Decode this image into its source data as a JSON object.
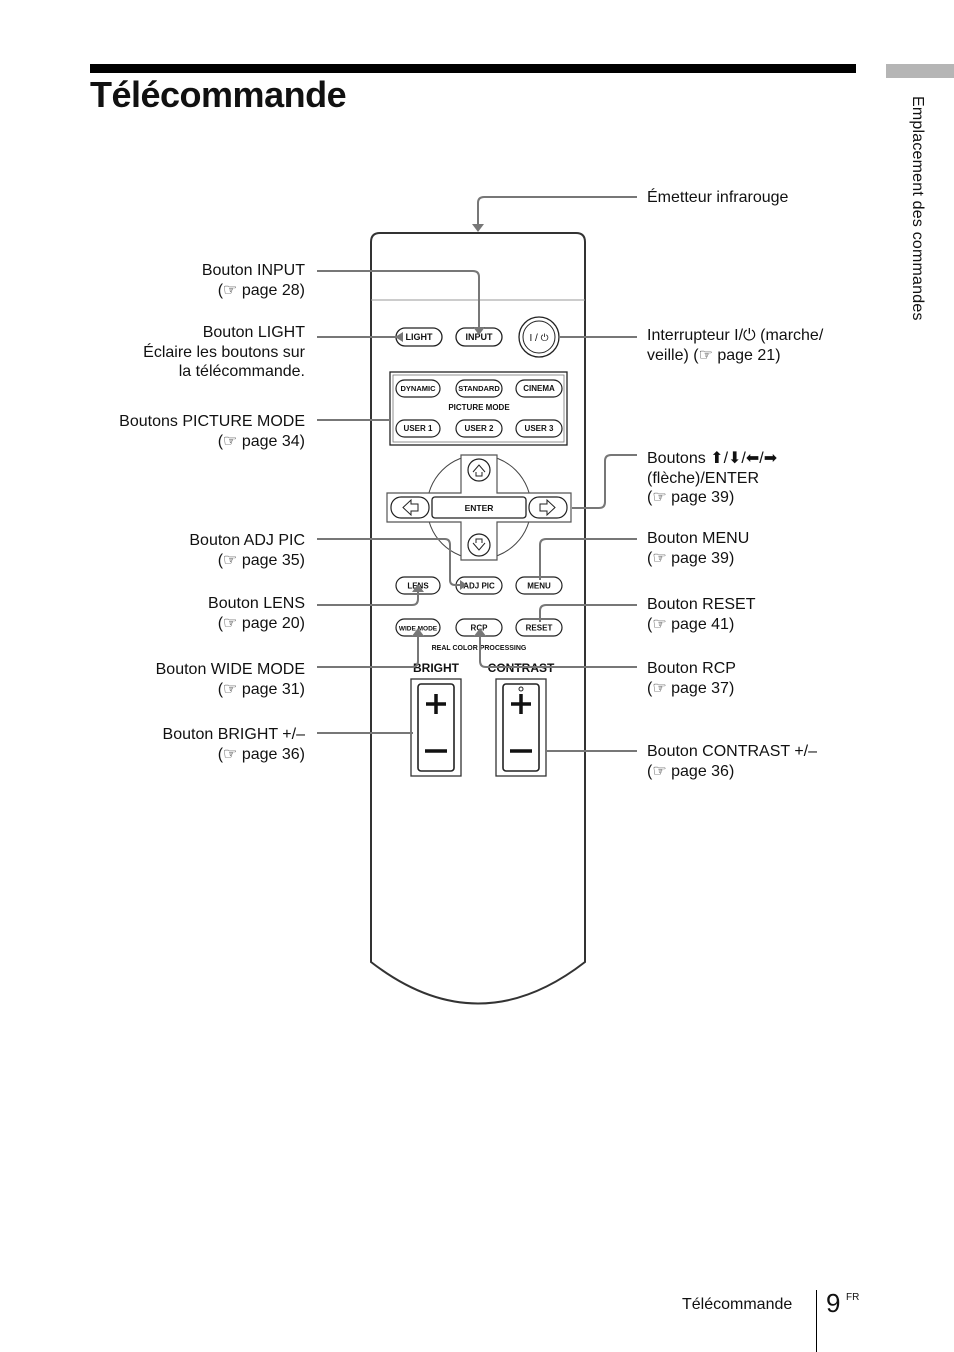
{
  "page": {
    "title": "Télécommande",
    "side_tab": "Emplacement des commandes",
    "footer": {
      "section": "Télécommande",
      "page_number": "9",
      "lang": "FR"
    }
  },
  "labels_left": [
    {
      "line1": "Bouton INPUT",
      "line2": "(☞ page 28)",
      "line3": ""
    },
    {
      "line1": "Bouton LIGHT",
      "line2": "Éclaire les boutons sur",
      "line3": "la télécommande."
    },
    {
      "line1": "Boutons PICTURE MODE",
      "line2": "(☞ page 34)",
      "line3": ""
    },
    {
      "line1": "Bouton ADJ PIC",
      "line2": "(☞ page 35)",
      "line3": ""
    },
    {
      "line1": "Bouton LENS",
      "line2": "(☞ page 20)",
      "line3": ""
    },
    {
      "line1": "Bouton WIDE MODE",
      "line2": "(☞ page 31)",
      "line3": ""
    },
    {
      "line1": "Bouton BRIGHT +/–",
      "line2": "(☞ page 36)",
      "line3": ""
    }
  ],
  "labels_right": [
    {
      "line1": "Émetteur infrarouge",
      "line2": "",
      "line3": ""
    },
    {
      "line1": "Interrupteur I/⏻ (marche/",
      "line2": "veille) (☞ page 21)",
      "line3": ""
    },
    {
      "line1": "Boutons ⬆/⬇/⬅/➡",
      "line2": "(flèche)/ENTER",
      "line3": "(☞ page 39)"
    },
    {
      "line1": "Bouton MENU",
      "line2": "(☞ page 39)",
      "line3": ""
    },
    {
      "line1": "Bouton RESET",
      "line2": "(☞ page 41)",
      "line3": ""
    },
    {
      "line1": "Bouton RCP",
      "line2": "(☞ page 37)",
      "line3": ""
    },
    {
      "line1": "Bouton CONTRAST +/–",
      "line2": "(☞ page 36)",
      "line3": ""
    }
  ],
  "remote": {
    "light": "LIGHT",
    "input": "INPUT",
    "power": "I / ⏻",
    "dynamic": "DYNAMIC",
    "standard": "STANDARD",
    "cinema": "CINEMA",
    "picture_mode": "PICTURE MODE",
    "user1": "USER 1",
    "user2": "USER 2",
    "user3": "USER 3",
    "enter": "ENTER",
    "lens": "LENS",
    "adj_pic": "ADJ PIC",
    "menu": "MENU",
    "wide_mode": "WIDE MODE",
    "rcp": "RCP",
    "reset": "RESET",
    "real_color": "REAL COLOR PROCESSING",
    "bright": "BRIGHT",
    "contrast": "CONTRAST"
  }
}
